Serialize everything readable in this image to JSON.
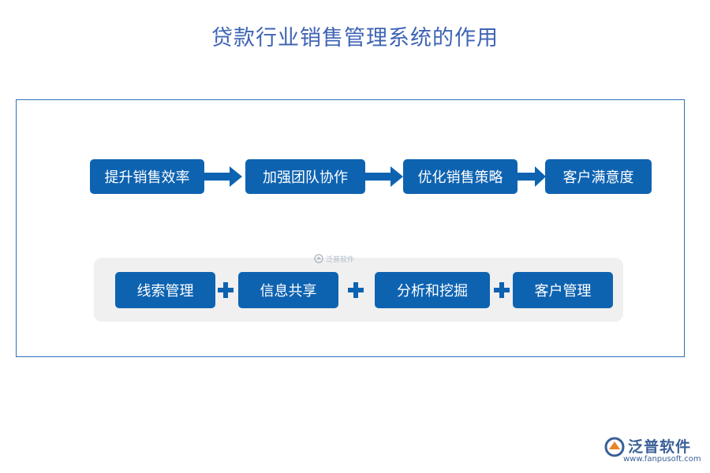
{
  "title": "贷款行业销售管理系统的作用",
  "flow": {
    "steps": [
      "提升销售效率",
      "加强团队协作",
      "优化销售策略",
      "客户满意度"
    ]
  },
  "features": {
    "items": [
      "线索管理",
      "信息共享",
      "分析和挖掘",
      "客户管理"
    ]
  },
  "watermark": {
    "text": "泛普软件"
  },
  "logo": {
    "name": "泛普软件",
    "url": "www.fanpusoft.com"
  },
  "colors": {
    "box": "#0e63b1",
    "title": "#3e64b4",
    "frame": "#2f6fba",
    "panel": "#f0f0f0"
  }
}
